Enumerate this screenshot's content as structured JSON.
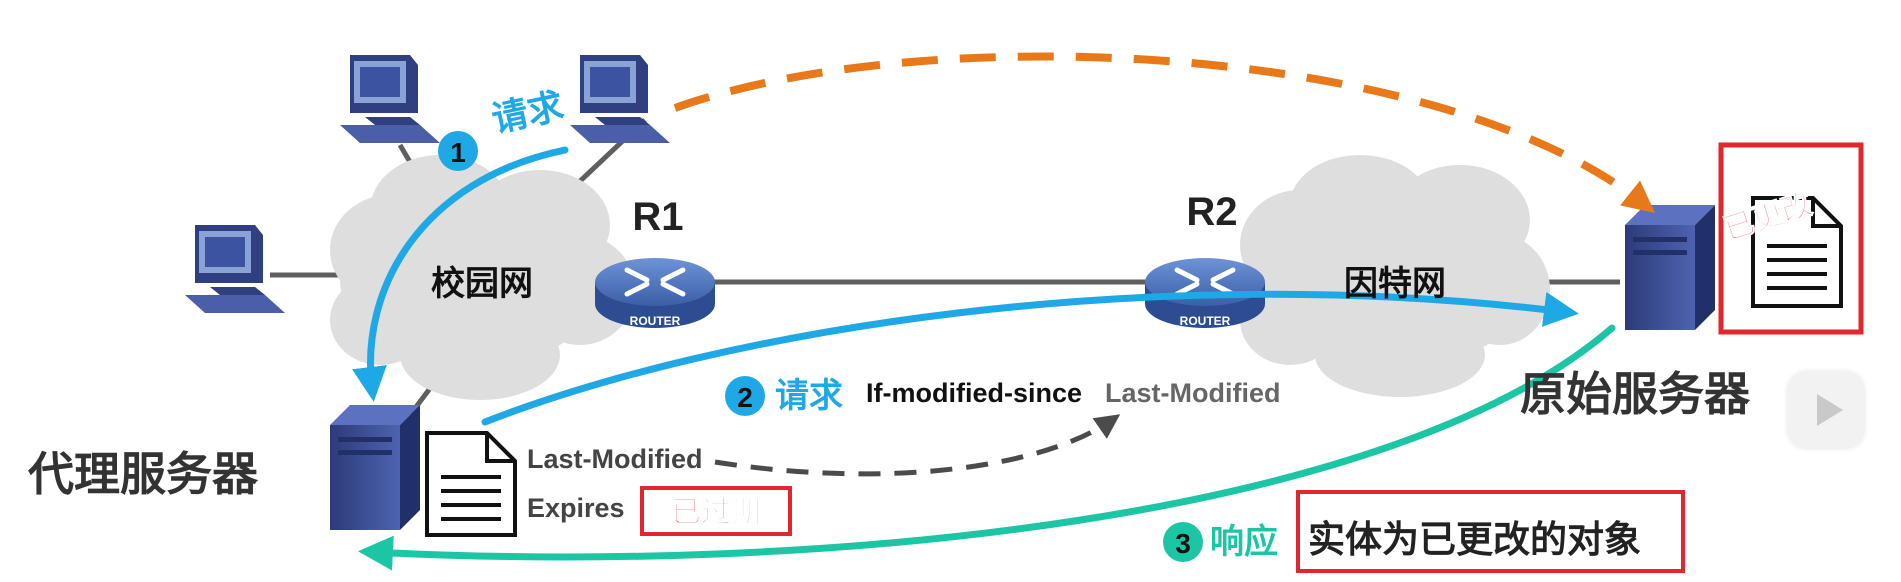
{
  "networks": {
    "campus": "校园网",
    "internet": "因特网"
  },
  "routers": {
    "r1": {
      "name": "R1",
      "tag": "ROUTER"
    },
    "r2": {
      "name": "R2",
      "tag": "ROUTER"
    }
  },
  "servers": {
    "proxy": "代理服务器",
    "origin": "原始服务器"
  },
  "steps": {
    "s1": {
      "number": "1",
      "label": "请求"
    },
    "s2": {
      "number": "2",
      "label": "请求",
      "header": "If-modified-since",
      "value": "Last-Modified"
    },
    "s3": {
      "number": "3",
      "label": "响应",
      "detail": "实体为已更改的对象"
    }
  },
  "cache_doc": {
    "field1": "Last-Modified",
    "field2": "Expires",
    "expired": "已过期"
  },
  "origin_doc": {
    "changed": "已更改"
  },
  "colors": {
    "cyan": "#1ea9e6",
    "teal": "#1cc6a5",
    "orange": "#e8791a",
    "dark_dash": "#4b4b4b",
    "highlight_red": "#e2262c",
    "router_blue": "#3a5fa8",
    "cloud": "#dedede",
    "server": "#2f3f7f"
  },
  "icons": {
    "computer": "desktop-computer-icon",
    "router": "router-icon",
    "server": "tower-server-icon",
    "document": "document-icon",
    "cloud": "cloud-icon",
    "play": "play-icon"
  }
}
